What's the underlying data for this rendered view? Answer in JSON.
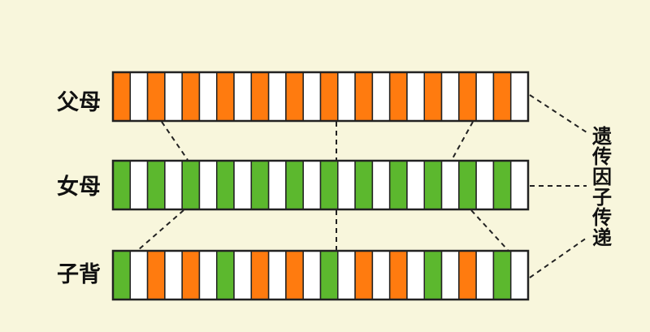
{
  "labels": {
    "father": "父母",
    "mother": "女母",
    "child": "子背",
    "side_text": "遗传因子传递"
  },
  "colors": {
    "background": "#f8f6dc",
    "orange": "#ff7b0f",
    "green": "#5cb82e",
    "white": "#ffffff",
    "line": "#222222"
  },
  "strands": [
    {
      "name": "father-strand",
      "pattern": [
        "orange",
        "white",
        "orange",
        "white",
        "orange",
        "white",
        "orange",
        "white",
        "orange",
        "white",
        "orange",
        "white",
        "orange",
        "white",
        "orange",
        "white",
        "orange",
        "white",
        "orange",
        "white",
        "orange",
        "white",
        "orange",
        "white"
      ]
    },
    {
      "name": "mother-strand",
      "pattern": [
        "green",
        "white",
        "green",
        "white",
        "green",
        "white",
        "green",
        "white",
        "green",
        "white",
        "green",
        "white",
        "green",
        "white",
        "green",
        "white",
        "green",
        "white",
        "green",
        "white",
        "green",
        "white",
        "green",
        "white"
      ]
    },
    {
      "name": "child-strand",
      "pattern": [
        "green",
        "white",
        "orange",
        "white",
        "orange",
        "white",
        "green",
        "white",
        "orange",
        "white",
        "orange",
        "white",
        "green",
        "white",
        "orange",
        "white",
        "orange",
        "white",
        "green",
        "white",
        "orange",
        "white",
        "green",
        "white"
      ]
    }
  ]
}
